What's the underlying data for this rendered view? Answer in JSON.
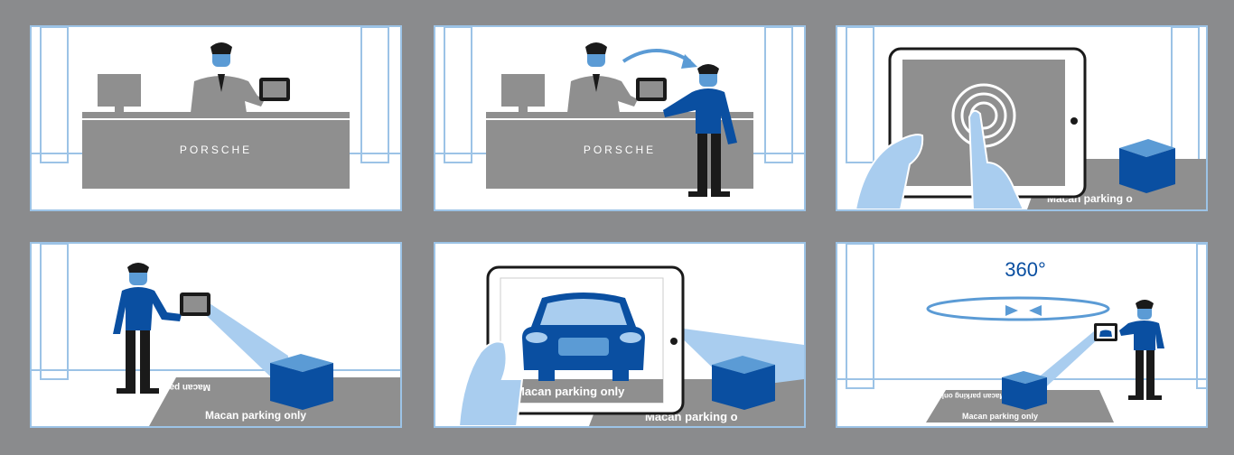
{
  "colors": {
    "background": "#8a8b8d",
    "panel": "#ffffff",
    "frame": "#9cc3e6",
    "grey": "#8f8f8f",
    "blue": "#0a4fa1",
    "skin": "#5b9bd5",
    "light_blue": "#a9cdef",
    "black": "#1a1a1a"
  },
  "panels": [
    {
      "brand": "PORSCHE"
    },
    {
      "brand": "PORSCHE"
    },
    {
      "mat_text": "Macan parking o"
    },
    {
      "mat_text_main": "Macan parking only",
      "mat_text_mirrored": "Macan parking only"
    },
    {
      "mat_text_main": "Macan parking o",
      "mat_text_mirrored": "Macan parking only"
    },
    {
      "degree_label": "360°",
      "mat_text_main": "Macan parking only",
      "mat_text_mirrored": "Macan parking only"
    }
  ],
  "icons": [
    "computer-monitor-icon",
    "tablet-icon",
    "cube-marker-icon",
    "curved-arrow-icon",
    "car-icon",
    "rotation-arrows-icon",
    "hand-icon"
  ]
}
